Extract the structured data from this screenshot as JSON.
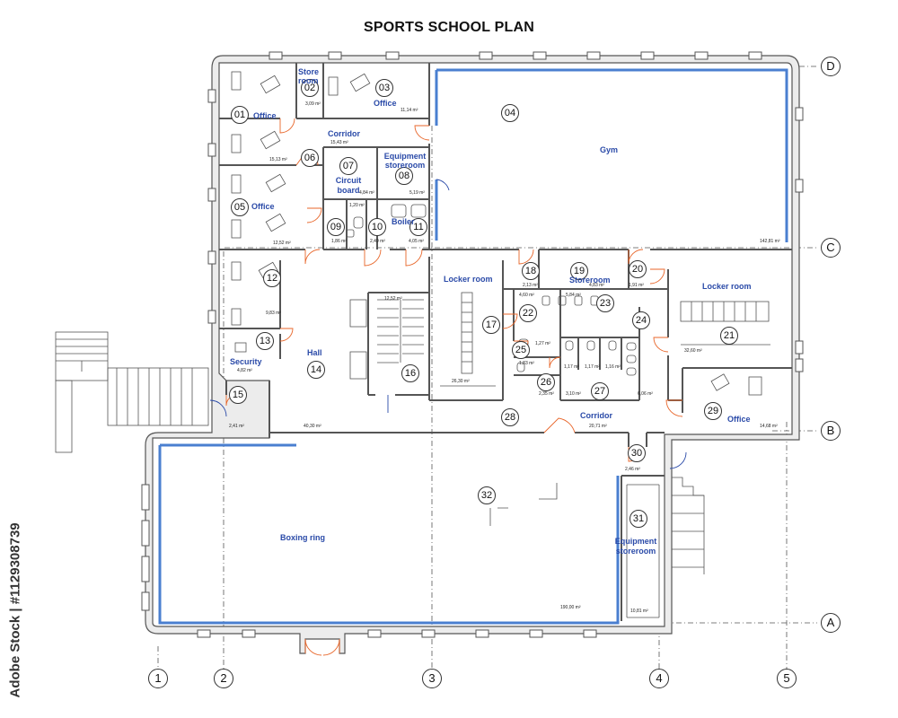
{
  "title": "SPORTS SCHOOL PLAN",
  "watermark": "Adobe Stock | #1129308739",
  "axes_letters": [
    "D",
    "C",
    "B",
    "A"
  ],
  "axes_numbers": [
    "1",
    "2",
    "3",
    "4",
    "5"
  ],
  "rooms": [
    {
      "num": "01",
      "label": "Office",
      "area": "15,13 m²"
    },
    {
      "num": "02",
      "label": "Store room",
      "area": "3,09 m²"
    },
    {
      "num": "03",
      "label": "Office",
      "area": "11,14 m²"
    },
    {
      "num": "04",
      "label": "Gym",
      "area": "142,81 m²"
    },
    {
      "num": "05",
      "label": "Office",
      "area": "12,52 m²"
    },
    {
      "num": "06",
      "label": "Corridor",
      "area": "15,43 m²"
    },
    {
      "num": "07",
      "label": "Circuit board",
      "area": "4,84 m²"
    },
    {
      "num": "08",
      "label": "Equipment storeroom",
      "area": "5,19 m²"
    },
    {
      "num": "09",
      "label": "",
      "area": "1,86 m²"
    },
    {
      "num": "10",
      "label": "",
      "area": "2,49 m²"
    },
    {
      "num": "11",
      "label": "Boiler",
      "area": "4,05 m²"
    },
    {
      "num": "12",
      "label": "",
      "area": "9,83 m²"
    },
    {
      "num": "13",
      "label": "Security",
      "area": "4,82 m²"
    },
    {
      "num": "14",
      "label": "Hall",
      "area": "40,30 m²"
    },
    {
      "num": "15",
      "label": "",
      "area": "2,41 m²"
    },
    {
      "num": "16",
      "label": "",
      "area": "12,52 m²"
    },
    {
      "num": "17",
      "label": "Locker room",
      "area": "26,30 m²"
    },
    {
      "num": "18",
      "label": "",
      "area": "2,13 m²"
    },
    {
      "num": "19",
      "label": "Storeroom",
      "area": "4,83 m²"
    },
    {
      "num": "20",
      "label": "",
      "area": "1,91 m²"
    },
    {
      "num": "21",
      "label": "Locker room",
      "area": "32,60 m²"
    },
    {
      "num": "22",
      "label": "",
      "area": "4,60 m²"
    },
    {
      "num": "23",
      "label": "",
      "area": "5,84 m²"
    },
    {
      "num": "24",
      "label": "",
      "area": "6,06 m²"
    },
    {
      "num": "25",
      "label": "",
      "area": "1,27 m²"
    },
    {
      "num": "26",
      "label": "",
      "area": "1,83 m²"
    },
    {
      "num": "27",
      "label": "",
      "area": "3,10 m²"
    },
    {
      "num": "28",
      "label": "Corridor",
      "area": "20,71 m²"
    },
    {
      "num": "29",
      "label": "Office",
      "area": "14,68 m²"
    },
    {
      "num": "30",
      "label": "",
      "area": "2,46 m²"
    },
    {
      "num": "31",
      "label": "Equipment storeroom",
      "area": "10,81 m²"
    },
    {
      "num": "32",
      "label": "Boxing ring",
      "area": "190,00 m²"
    }
  ],
  "extra_areas": {
    "small_a": "1,20 m²",
    "room26_b": "2,35 m²",
    "wc1": "1,17 m²",
    "wc2": "1,17 m²",
    "wc3": "1,16 m²"
  },
  "colors": {
    "wall": "#555555",
    "wall_fill": "#ececec",
    "glazing": "#4a7fd0",
    "door": "#e8662a",
    "label": "#2a4aa8"
  }
}
